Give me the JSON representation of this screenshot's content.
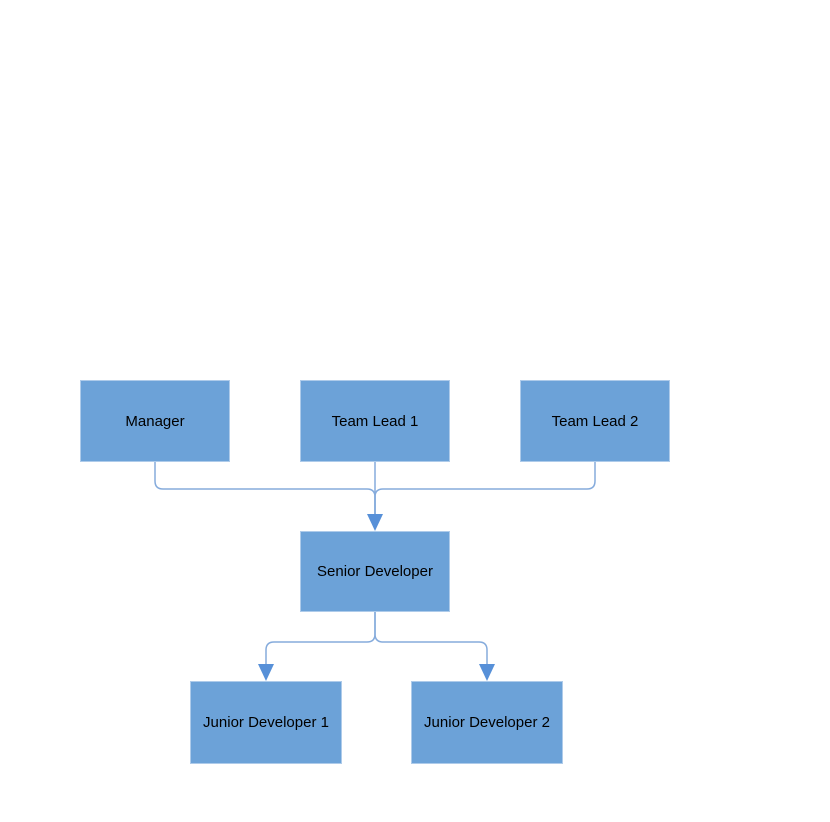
{
  "theme": {
    "background": "#ffffff",
    "node_fill": "#6ca2d8",
    "node_border": "#aecbea",
    "connector_color": "#85abdc",
    "arrowhead_color": "#5790d8",
    "text_color": "#000000"
  },
  "diagram": {
    "type": "org-chart-flowchart",
    "nodes": [
      {
        "id": "manager",
        "label": "Manager"
      },
      {
        "id": "team-lead-1",
        "label": "Team Lead 1"
      },
      {
        "id": "team-lead-2",
        "label": "Team Lead 2"
      },
      {
        "id": "senior-developer",
        "label": "Senior Developer"
      },
      {
        "id": "junior-developer-1",
        "label": "Junior Developer 1"
      },
      {
        "id": "junior-developer-2",
        "label": "Junior Developer 2"
      }
    ],
    "edges": [
      {
        "from": "manager",
        "to": "senior-developer",
        "arrow": true
      },
      {
        "from": "team-lead-1",
        "to": "senior-developer",
        "arrow": true
      },
      {
        "from": "team-lead-2",
        "to": "senior-developer",
        "arrow": true
      },
      {
        "from": "senior-developer",
        "to": "junior-developer-1",
        "arrow": true
      },
      {
        "from": "senior-developer",
        "to": "junior-developer-2",
        "arrow": true
      }
    ]
  }
}
